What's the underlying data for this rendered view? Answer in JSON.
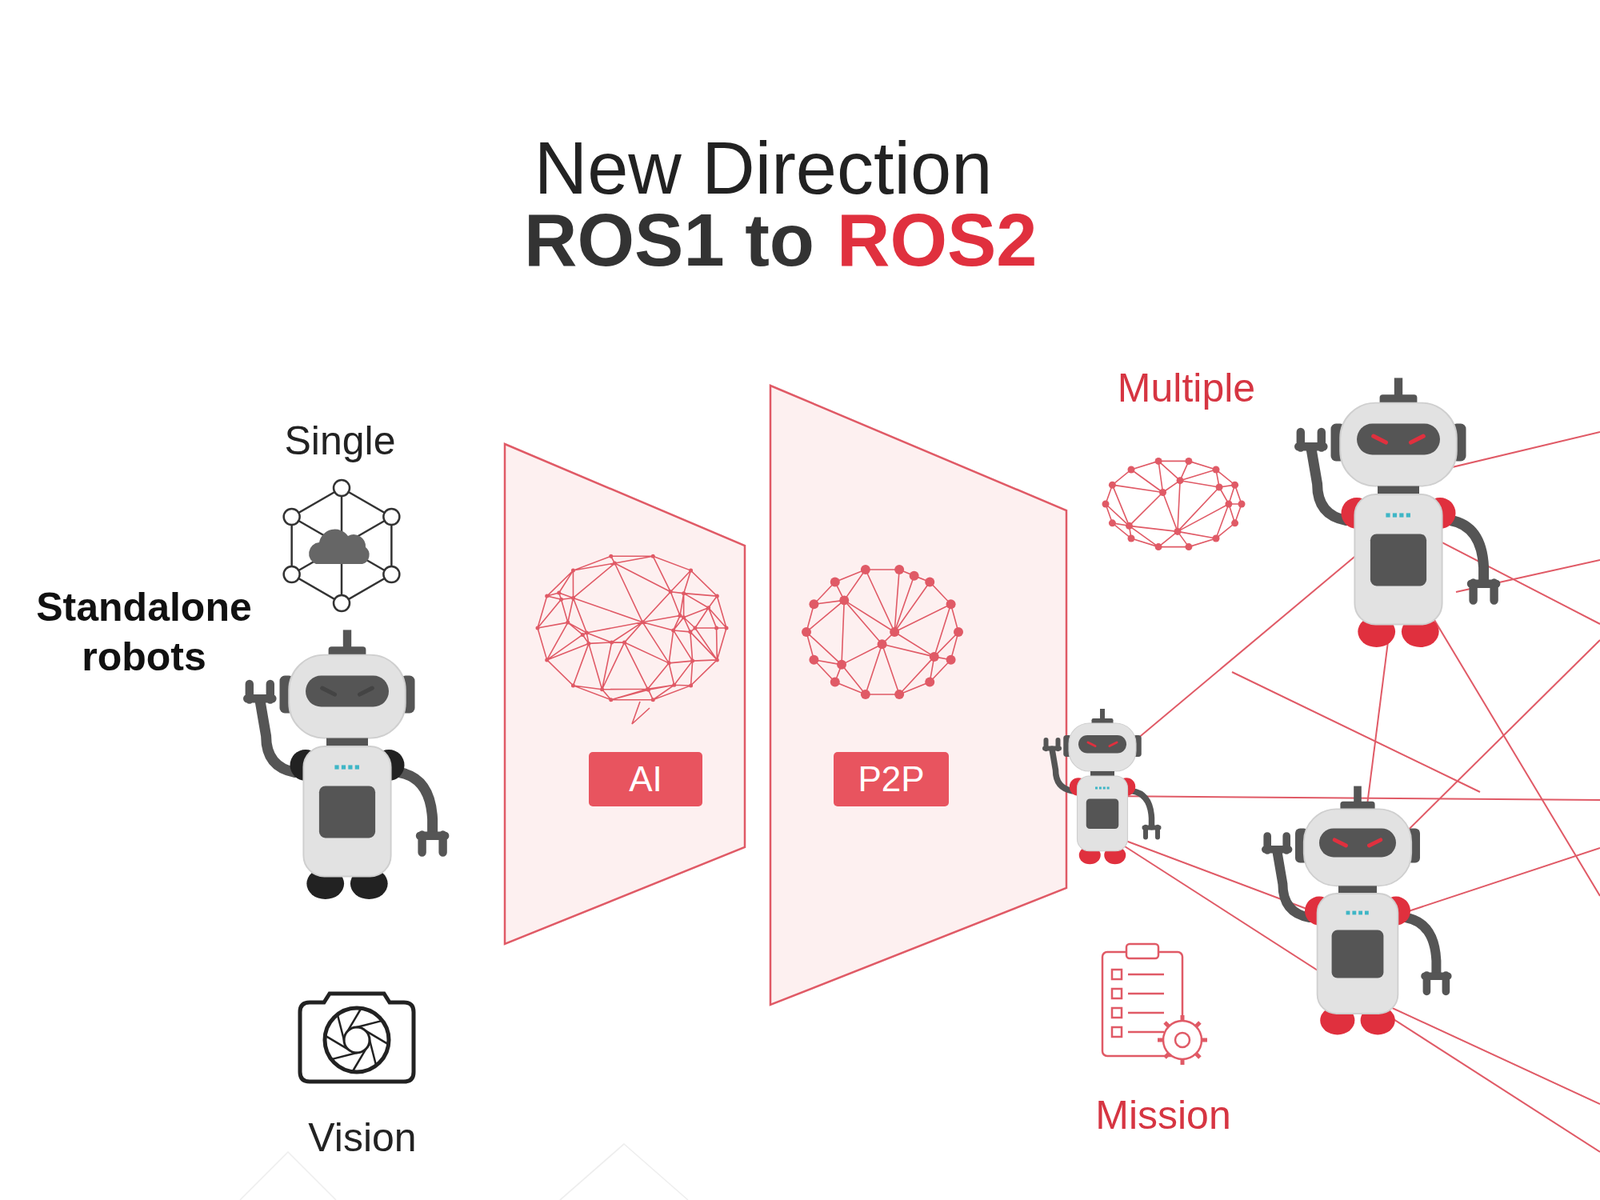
{
  "diagram": {
    "title": "New Direction",
    "nodes": [
      {
        "text": [
          "AI"
        ]
      },
      {
        "text": [
          "P2P"
        ]
      }
    ],
    "labels": [
      "ROS1 to",
      "ROS2",
      "Single",
      "Standalone robots",
      "Multiple",
      "Mission",
      "Vision"
    ]
  }
}
